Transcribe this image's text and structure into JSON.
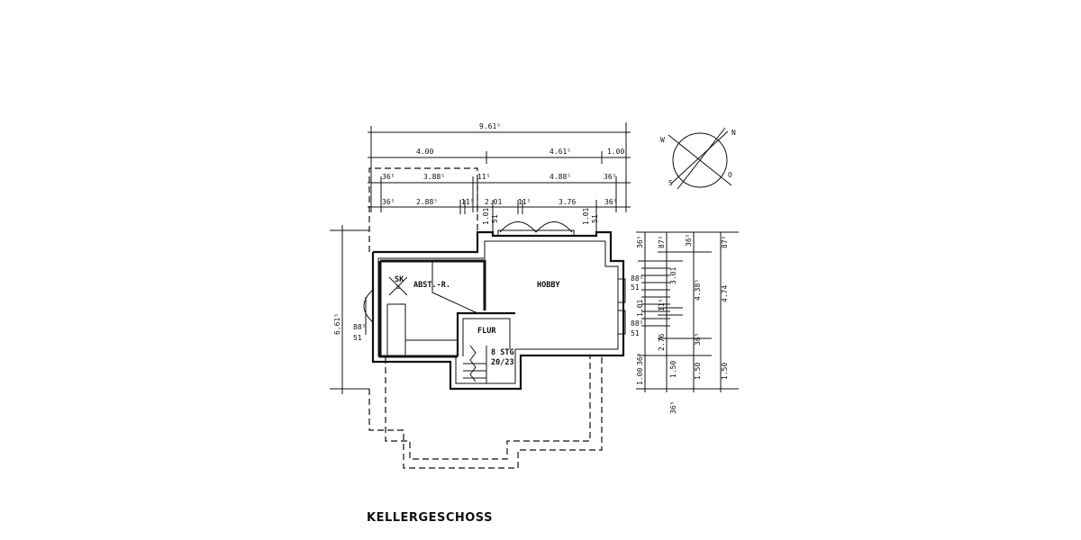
{
  "drawing": {
    "title": "KELLERGESCHOSS",
    "rooms": {
      "hobby": "HOBBY",
      "flur": "FLUR",
      "abst": "ABST.-R.",
      "sk": "SK",
      "stairs_1": "8 STG",
      "stairs_2": "20/23"
    },
    "compass": {
      "w": "W",
      "n": "N",
      "s": "S",
      "o": "O"
    },
    "top_dims": {
      "row1": [
        "9.61⁵"
      ],
      "row2": [
        "4.00",
        "4.61⁵",
        "1.00"
      ],
      "row3": [
        "36⁵",
        "3.88⁵",
        "11⁵",
        "4.88⁵",
        "36⁵"
      ],
      "row4": [
        "36⁵",
        "2.88⁵",
        "11⁵",
        "2.01",
        "11⁵",
        "3.76",
        "36⁵"
      ],
      "window_dims": [
        "1.01",
        "51",
        "1.01",
        "51"
      ]
    },
    "left_dims": [
      "6.61⁵",
      "88⁵",
      "51"
    ],
    "right_inner_dims": [
      "88⁵",
      "51",
      "88⁵",
      "51"
    ],
    "right_dims": {
      "col1": [
        "36⁵",
        "1.01",
        "2.76",
        "36⁵",
        "1.00"
      ],
      "col2": [
        "87⁵",
        "3.01",
        "11⁵",
        "1.50",
        "36⁵"
      ],
      "col3": [
        "36⁵",
        "4.38⁵",
        "36⁵",
        "1.50"
      ],
      "col4": [
        "87⁵",
        "4.74",
        "1.50"
      ]
    }
  }
}
